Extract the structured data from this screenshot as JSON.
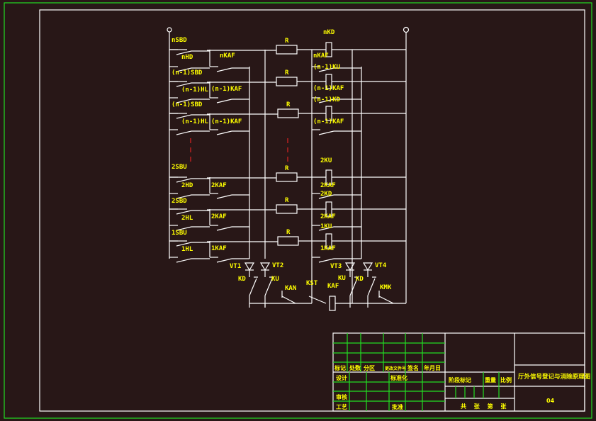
{
  "colors": {
    "background": "#281717",
    "wire": "#ffffff",
    "label": "#ffff00",
    "border": "#22dd22",
    "continuation": "#dd2222"
  },
  "drawing": {
    "left_labels": [
      "nSBD",
      "nHD",
      "(n-1)SBD",
      "(n-1)HL",
      "(n-1)SBD",
      "(n-1)HL",
      "2SBU",
      "2HD",
      "2SBD",
      "2HL",
      "1SBU",
      "1HL"
    ],
    "mid_labels": [
      "nKAF",
      "(n-1)KAF",
      "(n-1)KAF",
      "2KAF",
      "2KAF",
      "1KAF"
    ],
    "resistor_labels": [
      "R",
      "R",
      "R",
      "R",
      "R",
      "R"
    ],
    "right_labels": [
      "nKD",
      "nKAF",
      "(n-1)KU",
      "(n-1)KAF",
      "(n-1)KD",
      "(n-1)KAF",
      "2KU",
      "2KAF",
      "2KD",
      "2KAF",
      "1KU",
      "1KAF"
    ],
    "bottom_labels": {
      "vt1": "VT1",
      "vt2": "VT2",
      "kd_left": "KD",
      "ku_left": "KU",
      "kan": "KAN",
      "kst": "KST",
      "kaf": "KAF",
      "vt3": "VT3",
      "vt4": "VT4",
      "ku_right": "KU",
      "kd_right": "KD",
      "kmk": "KMK"
    }
  },
  "title_block": {
    "headers": [
      "标记",
      "处数",
      "分区",
      "更改文件号",
      "签名",
      "年月日"
    ],
    "row_design": "设计",
    "row_standard": "标准化",
    "row_review": "审核",
    "row_process": "工艺",
    "row_approve": "批准",
    "stage_headers": [
      "阶段标记",
      "重量",
      "比例"
    ],
    "sheet_info": "共 张 第 张",
    "drawing_title": "厅外信号登记与消除原理图",
    "drawing_number": "04"
  }
}
